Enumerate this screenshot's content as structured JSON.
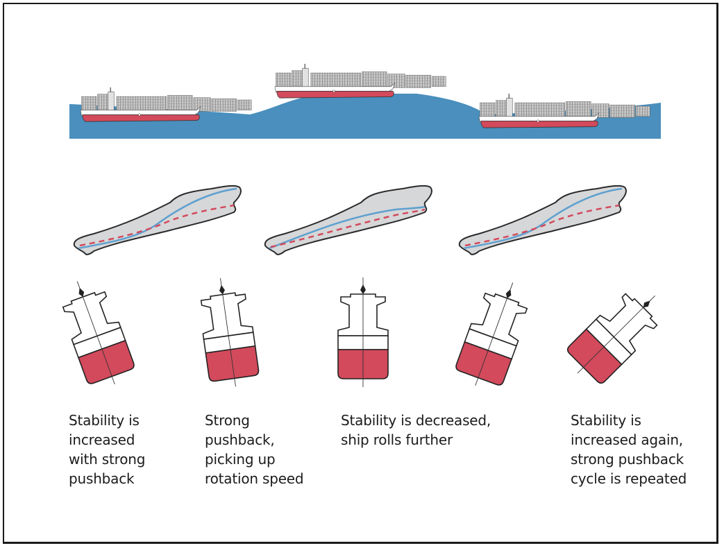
{
  "figure": {
    "title": "",
    "colors": {
      "water": "#4a8fbd",
      "hull_red": "#d24a5c",
      "hull_outline": "#2a2a2a",
      "deck_white": "#ffffff",
      "containers": "#8f8f8f",
      "longitudinal_section_fill": "#d6d7d9",
      "waterline_blue": "#5ea0cf",
      "keel_dashed_red": "#d24a5c"
    }
  },
  "wave_row": {
    "ships": [
      {
        "id": "ship-in-trough-left",
        "position": "trough"
      },
      {
        "id": "ship-on-crest",
        "position": "crest"
      },
      {
        "id": "ship-in-trough-right",
        "position": "trough"
      }
    ]
  },
  "hull_sections": [
    {
      "id": "section-1",
      "waterline": "hogging curve"
    },
    {
      "id": "section-2",
      "waterline": "sagging curve"
    },
    {
      "id": "section-3",
      "waterline": "hogging curve"
    }
  ],
  "cross_sections": [
    {
      "id": "roll-1",
      "roll_angle_deg": -20
    },
    {
      "id": "roll-2",
      "roll_angle_deg": -8
    },
    {
      "id": "roll-3",
      "roll_angle_deg": 0
    },
    {
      "id": "roll-4",
      "roll_angle_deg": 20
    },
    {
      "id": "roll-5",
      "roll_angle_deg": 45
    }
  ],
  "captions": [
    {
      "text": "Stability is\nincreased\nwith strong\npushback"
    },
    {
      "text": "Strong\npushback,\npicking up\nrotation speed"
    },
    {
      "text": "Stability is decreased,\nship rolls further"
    },
    {
      "text": "Stability is\nincreased again,\nstrong pushback\ncycle is repeated"
    }
  ]
}
